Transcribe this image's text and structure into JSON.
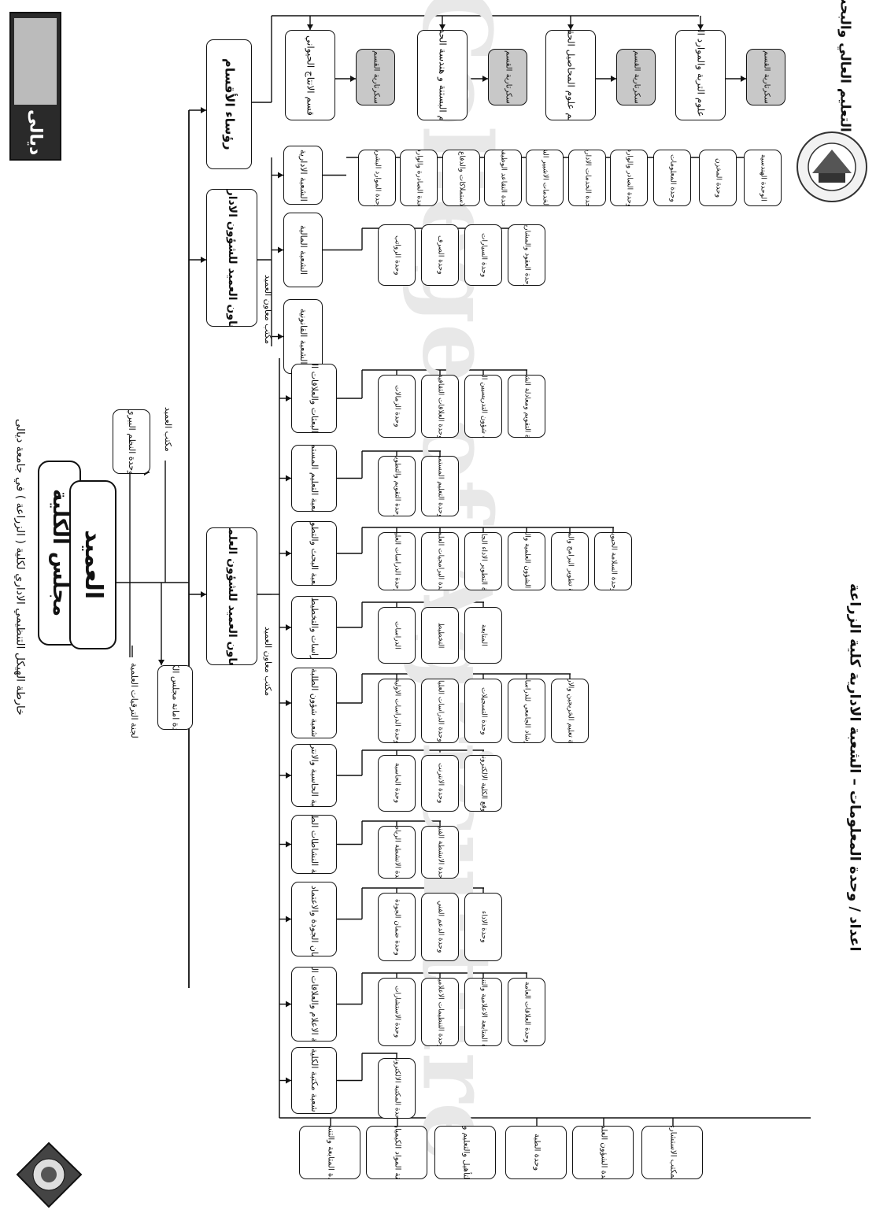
{
  "chart_title": "خارطة الهيكل التنظيمي الاداري لكلية ( الزراعة ) في جامعة ديالى",
  "ministry": "وزارة التعليم العالي والبحث العلمي",
  "logo_text": "ديالى",
  "footer": "اعداد / وحدة المعلومات – الشعبة الادارية كلية الزراعة",
  "watermark": "College of Agriculture",
  "council": "مجلس الكلية",
  "dean": "العميد",
  "dean_office": "مكتب العميد",
  "assistant_office_admin": "مكتب معاون العميد",
  "assistant_office_sci": "مكتب معاون العميد",
  "side_units": {
    "quality": "وحدة النظم البيري",
    "promotions": "لجنة الترقيات العلمية",
    "council_secretariat": "وحدة امانة مجلس الكلية"
  },
  "heads_of_departments": "رؤساء الأقسام",
  "asst_admin": "معاون العميد للشؤون الادارية",
  "asst_scientific": "معاون العميد للشؤون العلمية",
  "departments": [
    {
      "name": "قسم الانتاج الحيواني",
      "secretary": "سكرتارية القسم"
    },
    {
      "name": "قسم البستنة و هندسة الحدائق",
      "secretary": "سكرتارية القسم"
    },
    {
      "name": "قسم علوم المحاصيل الحقلية",
      "secretary": "سكرتارية القسم"
    },
    {
      "name": "قسم علوم التربة والموارد المائية",
      "secretary": "سكرتارية القسم"
    }
  ],
  "admin_divisions": [
    {
      "name": "الشعبة الادارية",
      "units": [
        "وحدة الموارد البشرية",
        "وحدة الصادرة والواردة",
        "وحدة الاستملاكات والدفاع المدني",
        "وحدة التقاعد الوظيفي",
        "وحدة الخدمات الاشبير الشخصي",
        "وحدة الخدمات الادارية",
        "وحدة الصادر والوارد",
        "وحدة المعلومات",
        "وحدة المخزن",
        "الوحدة الهندسية"
      ]
    },
    {
      "name": "الشعبة المالية",
      "units": [
        "وحدة الرواتب",
        "وحدة الصرف",
        "وحدة السيارات",
        "وحدة العقود والمشاريع"
      ]
    },
    {
      "name": "الشعبة القانونية",
      "units": []
    }
  ],
  "sci_divisions": [
    {
      "name": "شعبة البعثات والعلاقات الثقافية",
      "units": [
        "وحدة الزمالات",
        "وحدة العلاقات الثقافية",
        "وحدة شؤون التدريسيين الخريج",
        "وحدة التقويم ومعادلة الشهادة"
      ]
    },
    {
      "name": "شعبة التعليم المستمر",
      "units": [
        "وحدة التقويم والتطوير",
        "وحدة التعليم المستمر"
      ]
    },
    {
      "name": "شعبة البحث والتطوير",
      "units": [
        "وحدة الدراسات العليا",
        "وحدة البرامجيات العلمية",
        "وحدة التطوير الاداء الجامعي",
        "وحدة الشؤون العلمية والبحوث",
        "وحدة تطوير البرامج والمناهج",
        "وحدة السلامة الحيوية"
      ]
    },
    {
      "name": "شعبة الدراسات والتخطيط والمتابعة",
      "units": [
        "الدراسات",
        "التخطيط",
        "المتابعة"
      ]
    },
    {
      "name": "شعبة شؤون الطلبة",
      "units": [
        "وحدة الدراسات الاولية",
        "وحدة الدراسات العليا",
        "وحدة التسجيلات",
        "وحدة الارشاد الجامعي للدراسات الاولية",
        "وحدة تعليم الخريجين والارشاد"
      ]
    },
    {
      "name": "شعبة الحاسبة والانترنت",
      "units": [
        "وحدة الحاسبة",
        "وحدة الانترنت",
        "موقع الكلية الالكتروني"
      ]
    },
    {
      "name": "شعبة النشاطات الطلابية",
      "units": [
        "وحدة الانشطة الرياضية",
        "وحدة الانشطة الفنية"
      ]
    },
    {
      "name": "شعبة ضمان الجودة والاعتماد الاكاديمي",
      "units": [
        "وحدة ضمان الجودة",
        "وحدة الدعم الفني",
        "وحدة الاداء"
      ]
    },
    {
      "name": "شعبة الاعلام والعلاقات العامة",
      "units": [
        "وحدة الاستشارات",
        "وحدة التنظيمات الاعلامية",
        "وحدة المتابعة الاعلامية والتنسيق",
        "وحدة العلاقات العامة"
      ]
    },
    {
      "name": "شعبة مكتبة الكلية",
      "units": [
        "وحدة المكتبة الالكترونية"
      ]
    }
  ],
  "bottom_units": [
    "وحدة المتابعة والتنسيق",
    "لجنة المواد الكيمياوية",
    "وحدة التأهيل والتعليم والرعاية",
    "وحدة الطبة",
    "وحدة الشؤون العلمية",
    "المكتب الاستشاري"
  ]
}
